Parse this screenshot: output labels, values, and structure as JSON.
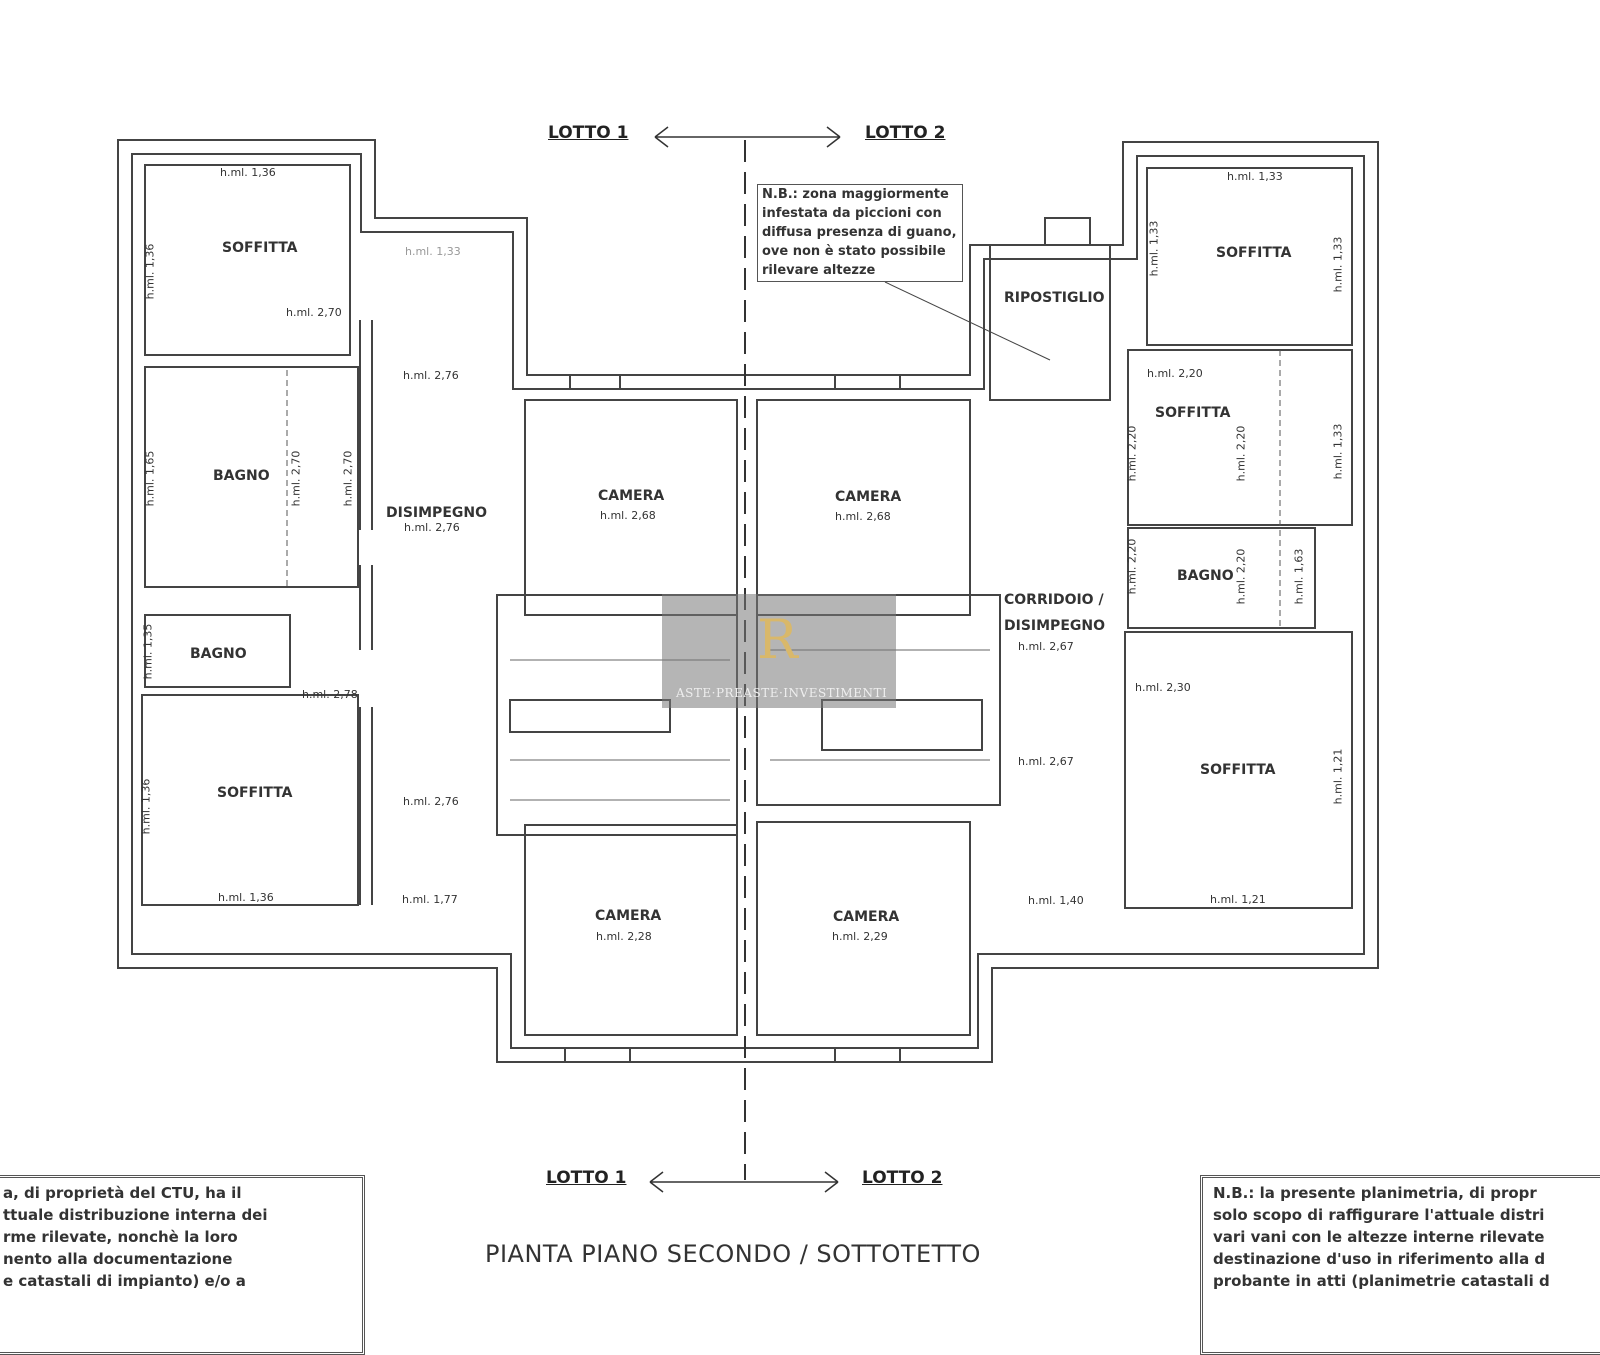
{
  "header": {
    "lotto_left": "LOTTO 1",
    "lotto_right": "LOTTO 2"
  },
  "footer": {
    "lotto_left": "LOTTO 1",
    "lotto_right": "LOTTO 2",
    "title": "PIANTA PIANO SECONDO / SOTTOTETTO"
  },
  "pigeon_note": [
    "N.B.: zona maggiormente",
    "infestata da piccioni con",
    "diffusa presenza di guano,",
    "ove non è stato possibile",
    "rilevare altezze"
  ],
  "left_note": [
    "a, di proprietà del CTU, ha il",
    "ttuale distribuzione interna dei",
    "rme rilevate, nonchè la loro",
    "nento alla documentazione",
    "e catastali di impianto) e/o a"
  ],
  "right_note": [
    "N.B.: la presente planimetria, di propr",
    "solo scopo di raffigurare l'attuale distri",
    "vari vani con le altezze interne rilevate",
    "destinazione d'uso in riferimento alla d",
    "probante in atti (planimetrie catastali d"
  ],
  "watermark": {
    "logo": "R",
    "text": "ASTE·PREASTE·INVESTIMENTI"
  },
  "rooms": {
    "soffitta_tl": "SOFFITTA",
    "bagno_l": "BAGNO",
    "disimpegno_l": "DISIMPEGNO",
    "bagno_small": "BAGNO",
    "soffitta_bl": "SOFFITTA",
    "camera_tl": "CAMERA",
    "camera_tr": "CAMERA",
    "camera_bl": "CAMERA",
    "camera_br": "CAMERA",
    "ripostiglio": "RIPOSTIGLIO",
    "soffitta_tr": "SOFFITTA",
    "soffitta_mr": "SOFFITTA",
    "bagno_r": "BAGNO",
    "corridoio": "CORRIDOIO /",
    "disimpegno_r": "DISIMPEGNO",
    "soffitta_br": "SOFFITTA"
  },
  "heights": {
    "h1": "h.ml. 1,36",
    "h2": "h.ml. 1,36",
    "h3": "h.ml. 1,33",
    "h4": "h.ml. 2,70",
    "h5": "h.ml. 2,76",
    "h6": "h.ml. 1,65",
    "h7": "h.ml. 2,70",
    "h8": "h.ml. 2,70",
    "h9": "h.ml. 2,76",
    "h10": "h.ml. 1,35",
    "h11": "h.ml. 2,78",
    "h12": "h.ml. 1,36",
    "h13": "h.ml. 2,76",
    "h14": "h.ml. 1,36",
    "h15": "h.ml. 1,77",
    "h16": "h.ml. 2,68",
    "h17": "h.ml. 2,68",
    "h18": "h.ml. 2,28",
    "h19": "h.ml. 2,29",
    "h20": "h.ml. 1,33",
    "h21": "h.ml. 1,33",
    "h22": "h.ml. 1,33",
    "h23": "h.ml. 2,20",
    "h24": "h.ml. 2,20",
    "h25": "h.ml. 2,20",
    "h26": "h.ml. 1,33",
    "h27": "h.ml. 2,20",
    "h28": "h.ml. 2,20",
    "h29": "h.ml. 1,63",
    "h30": "h.ml. 2,67",
    "h31": "h.ml. 2,30",
    "h32": "h.ml. 2,67",
    "h33": "h.ml. 1,21",
    "h34": "h.ml. 1,40",
    "h35": "h.ml. 1,21"
  }
}
